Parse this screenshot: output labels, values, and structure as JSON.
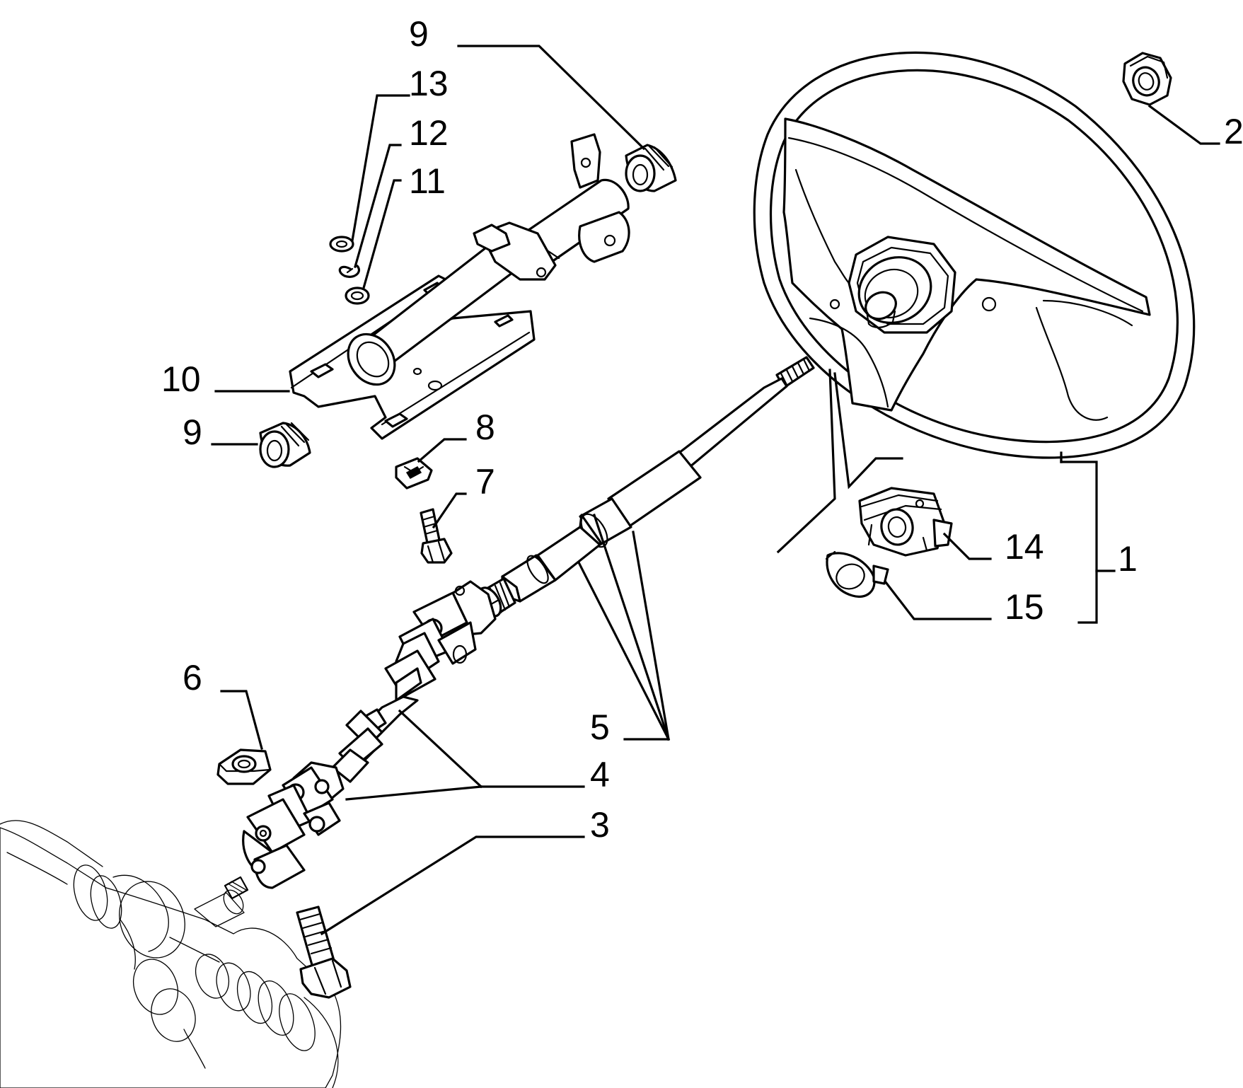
{
  "callouts": {
    "c1": "1",
    "c2": "2",
    "c3": "3",
    "c4": "4",
    "c5": "5",
    "c6": "6",
    "c7": "7",
    "c8": "8",
    "c9_top": "9",
    "c9_left": "9",
    "c10": "10",
    "c11": "11",
    "c12": "12",
    "c13": "13",
    "c14": "14",
    "c15": "15"
  }
}
